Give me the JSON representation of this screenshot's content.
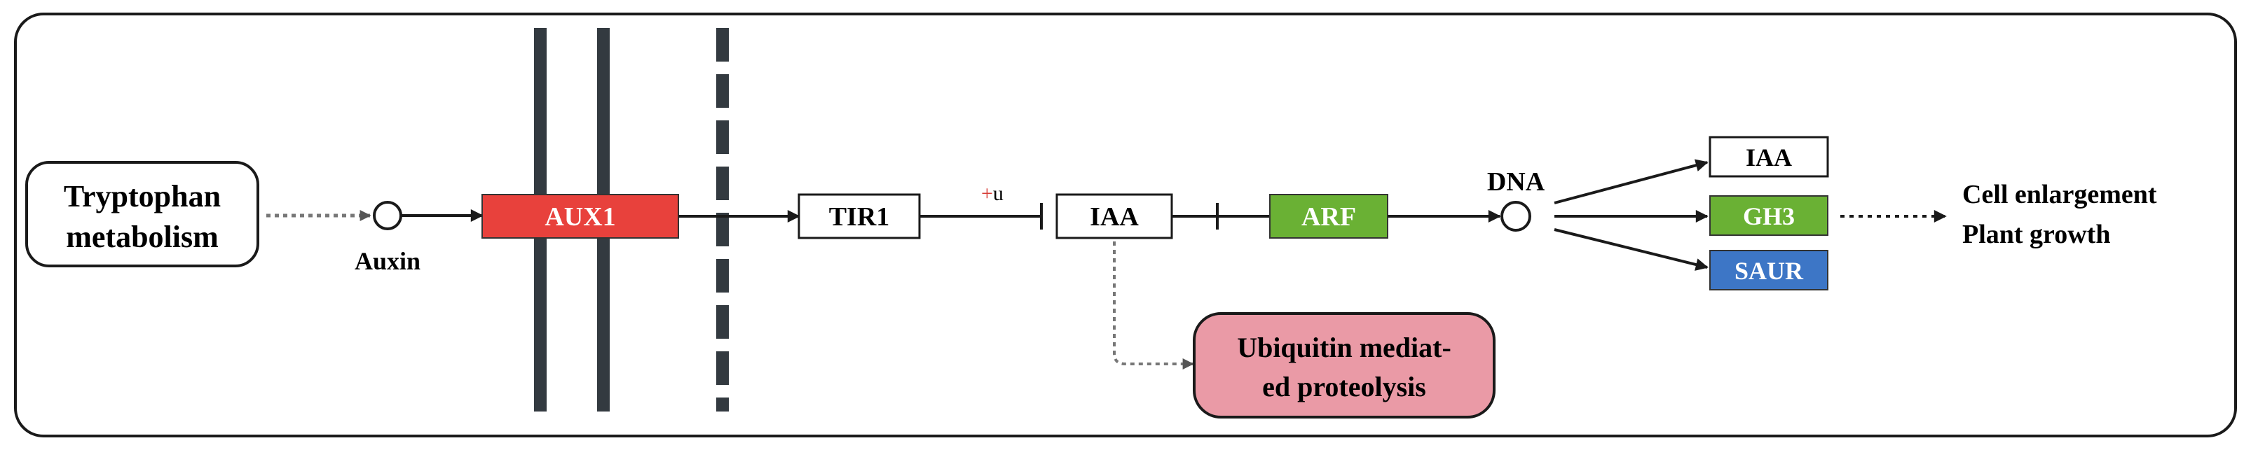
{
  "pathway": {
    "tryptophan": {
      "line1": "Tryptophan",
      "line2": "metabolism"
    },
    "auxin_label": "Auxin",
    "aux1": "AUX1",
    "tir1": "TIR1",
    "plus_u": "+u",
    "iaa": "IAA",
    "arf": "ARF",
    "dna_label": "DNA",
    "ubiquitin": {
      "line1": "Ubiquitin mediat-",
      "line2": "ed proteolysis"
    },
    "targets": {
      "iaa": "IAA",
      "gh3": "GH3",
      "saur": "SAUR"
    },
    "outcome": {
      "line1": "Cell enlargement",
      "line2": "Plant growth"
    }
  },
  "colors": {
    "aux1": "#e8413c",
    "arf": "#6ab134",
    "gh3": "#6ab134",
    "saur": "#3d76c6",
    "ubiquitin": "#ea9aa6",
    "membrane": "#333a40",
    "line": "#1a1a1a",
    "dotted": "#777777"
  }
}
